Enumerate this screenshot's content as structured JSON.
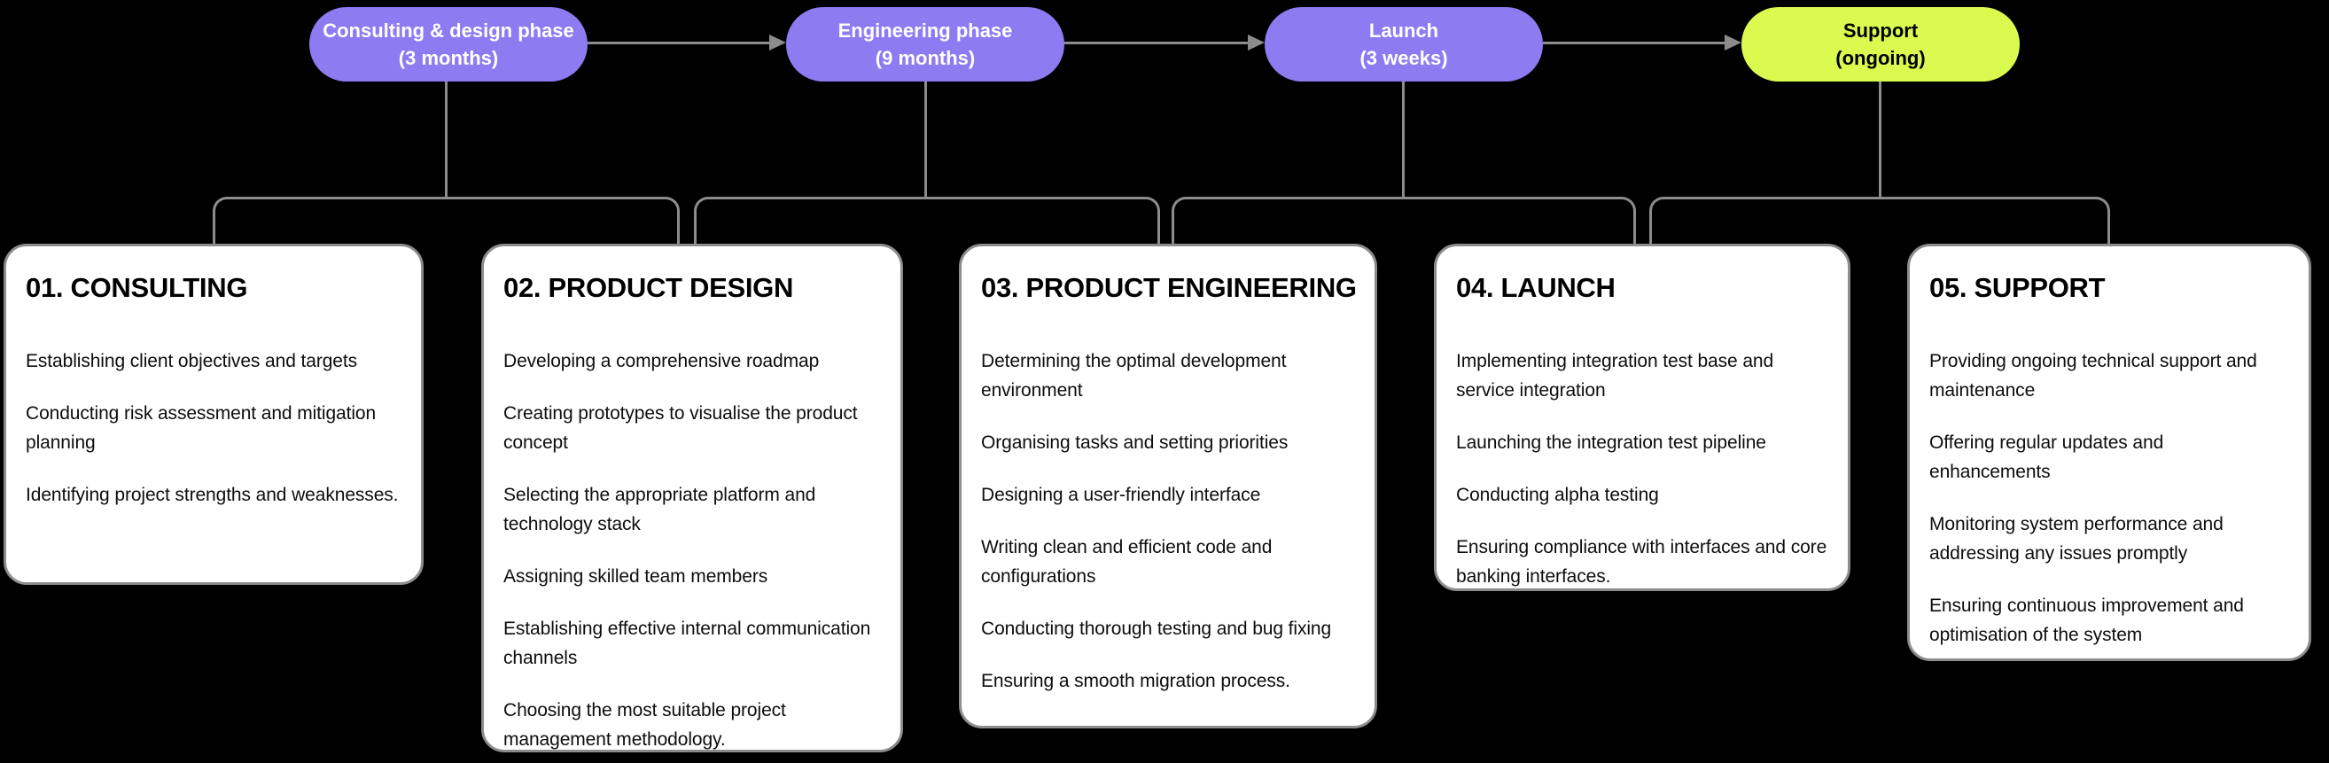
{
  "colors": {
    "background": "#000000",
    "phase_pill_purple": "#8d7bf2",
    "phase_pill_lime": "#d9fb50",
    "connector_gray": "#8c8c8c",
    "card_background": "#ffffff",
    "card_border": "#8c8c8c",
    "card_text": "#0d0d0d",
    "phase_text_on_purple": "#ffffff",
    "phase_text_on_lime": "#000000"
  },
  "phases": [
    {
      "name": "Consulting & design phase",
      "duration": "(3 months)"
    },
    {
      "name": "Engineering phase",
      "duration": "(9 months)"
    },
    {
      "name": "Launch",
      "duration": "(3 weeks)"
    },
    {
      "name": "Support",
      "duration": "(ongoing)"
    }
  ],
  "cards": [
    {
      "title": "01. CONSULTING",
      "items": [
        "Establishing client objectives and targets",
        "Conducting risk assessment and mitigation planning",
        "Identifying project strengths and weaknesses."
      ]
    },
    {
      "title": "02. PRODUCT DESIGN",
      "items": [
        "Developing a comprehensive roadmap",
        "Creating prototypes to visualise the product concept",
        "Selecting the appropriate platform and technology stack",
        "Assigning skilled team members",
        "Establishing effective internal communication channels",
        "Choosing the most suitable project management methodology."
      ]
    },
    {
      "title": "03. PRODUCT ENGINEERING",
      "items": [
        "Determining the optimal development environment",
        "Organising tasks and setting priorities",
        "Designing a user-friendly interface",
        "Writing clean and efficient code and configurations",
        "Conducting thorough testing and bug fixing",
        "Ensuring a smooth migration process."
      ]
    },
    {
      "title": "04. LAUNCH",
      "items": [
        "Implementing integration test base and service integration",
        "Launching the integration test pipeline",
        "Conducting alpha testing",
        "Ensuring compliance with interfaces and core banking interfaces."
      ]
    },
    {
      "title": "05. SUPPORT",
      "items": [
        "Providing ongoing technical support and maintenance",
        "Offering regular updates and enhancements",
        "Monitoring system performance and addressing any issues promptly",
        "Ensuring continuous improvement and optimisation of the system"
      ]
    }
  ]
}
